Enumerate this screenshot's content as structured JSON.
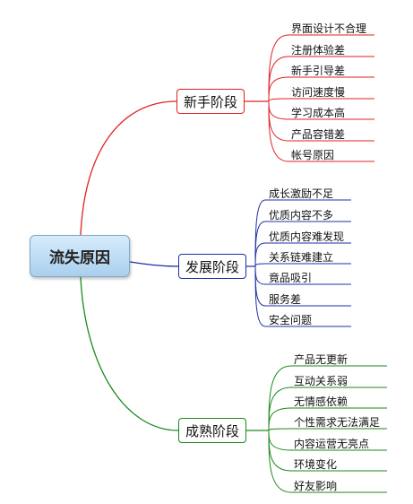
{
  "root": {
    "label": "流失原因"
  },
  "branches": [
    {
      "label": "新手阶段",
      "color": "#e02020",
      "leaves": [
        "界面设计不合理",
        "注册体验差",
        "新手引导差",
        "访问速度慢",
        "学习成本高",
        "产品容错差",
        "帐号原因"
      ]
    },
    {
      "label": "发展阶段",
      "color": "#1f2fa8",
      "leaves": [
        "成长激励不足",
        "优质内容不多",
        "优质内容难发现",
        "关系链难建立",
        "竟品吸引",
        "服务差",
        "安全问题"
      ]
    },
    {
      "label": "成熟阶段",
      "color": "#1a8a1a",
      "leaves": [
        "产品无更新",
        "互动关系弱",
        "无情感依赖",
        "个性需求无法满足",
        "内容运营无亮点",
        "环境变化",
        "好友影响"
      ]
    }
  ]
}
